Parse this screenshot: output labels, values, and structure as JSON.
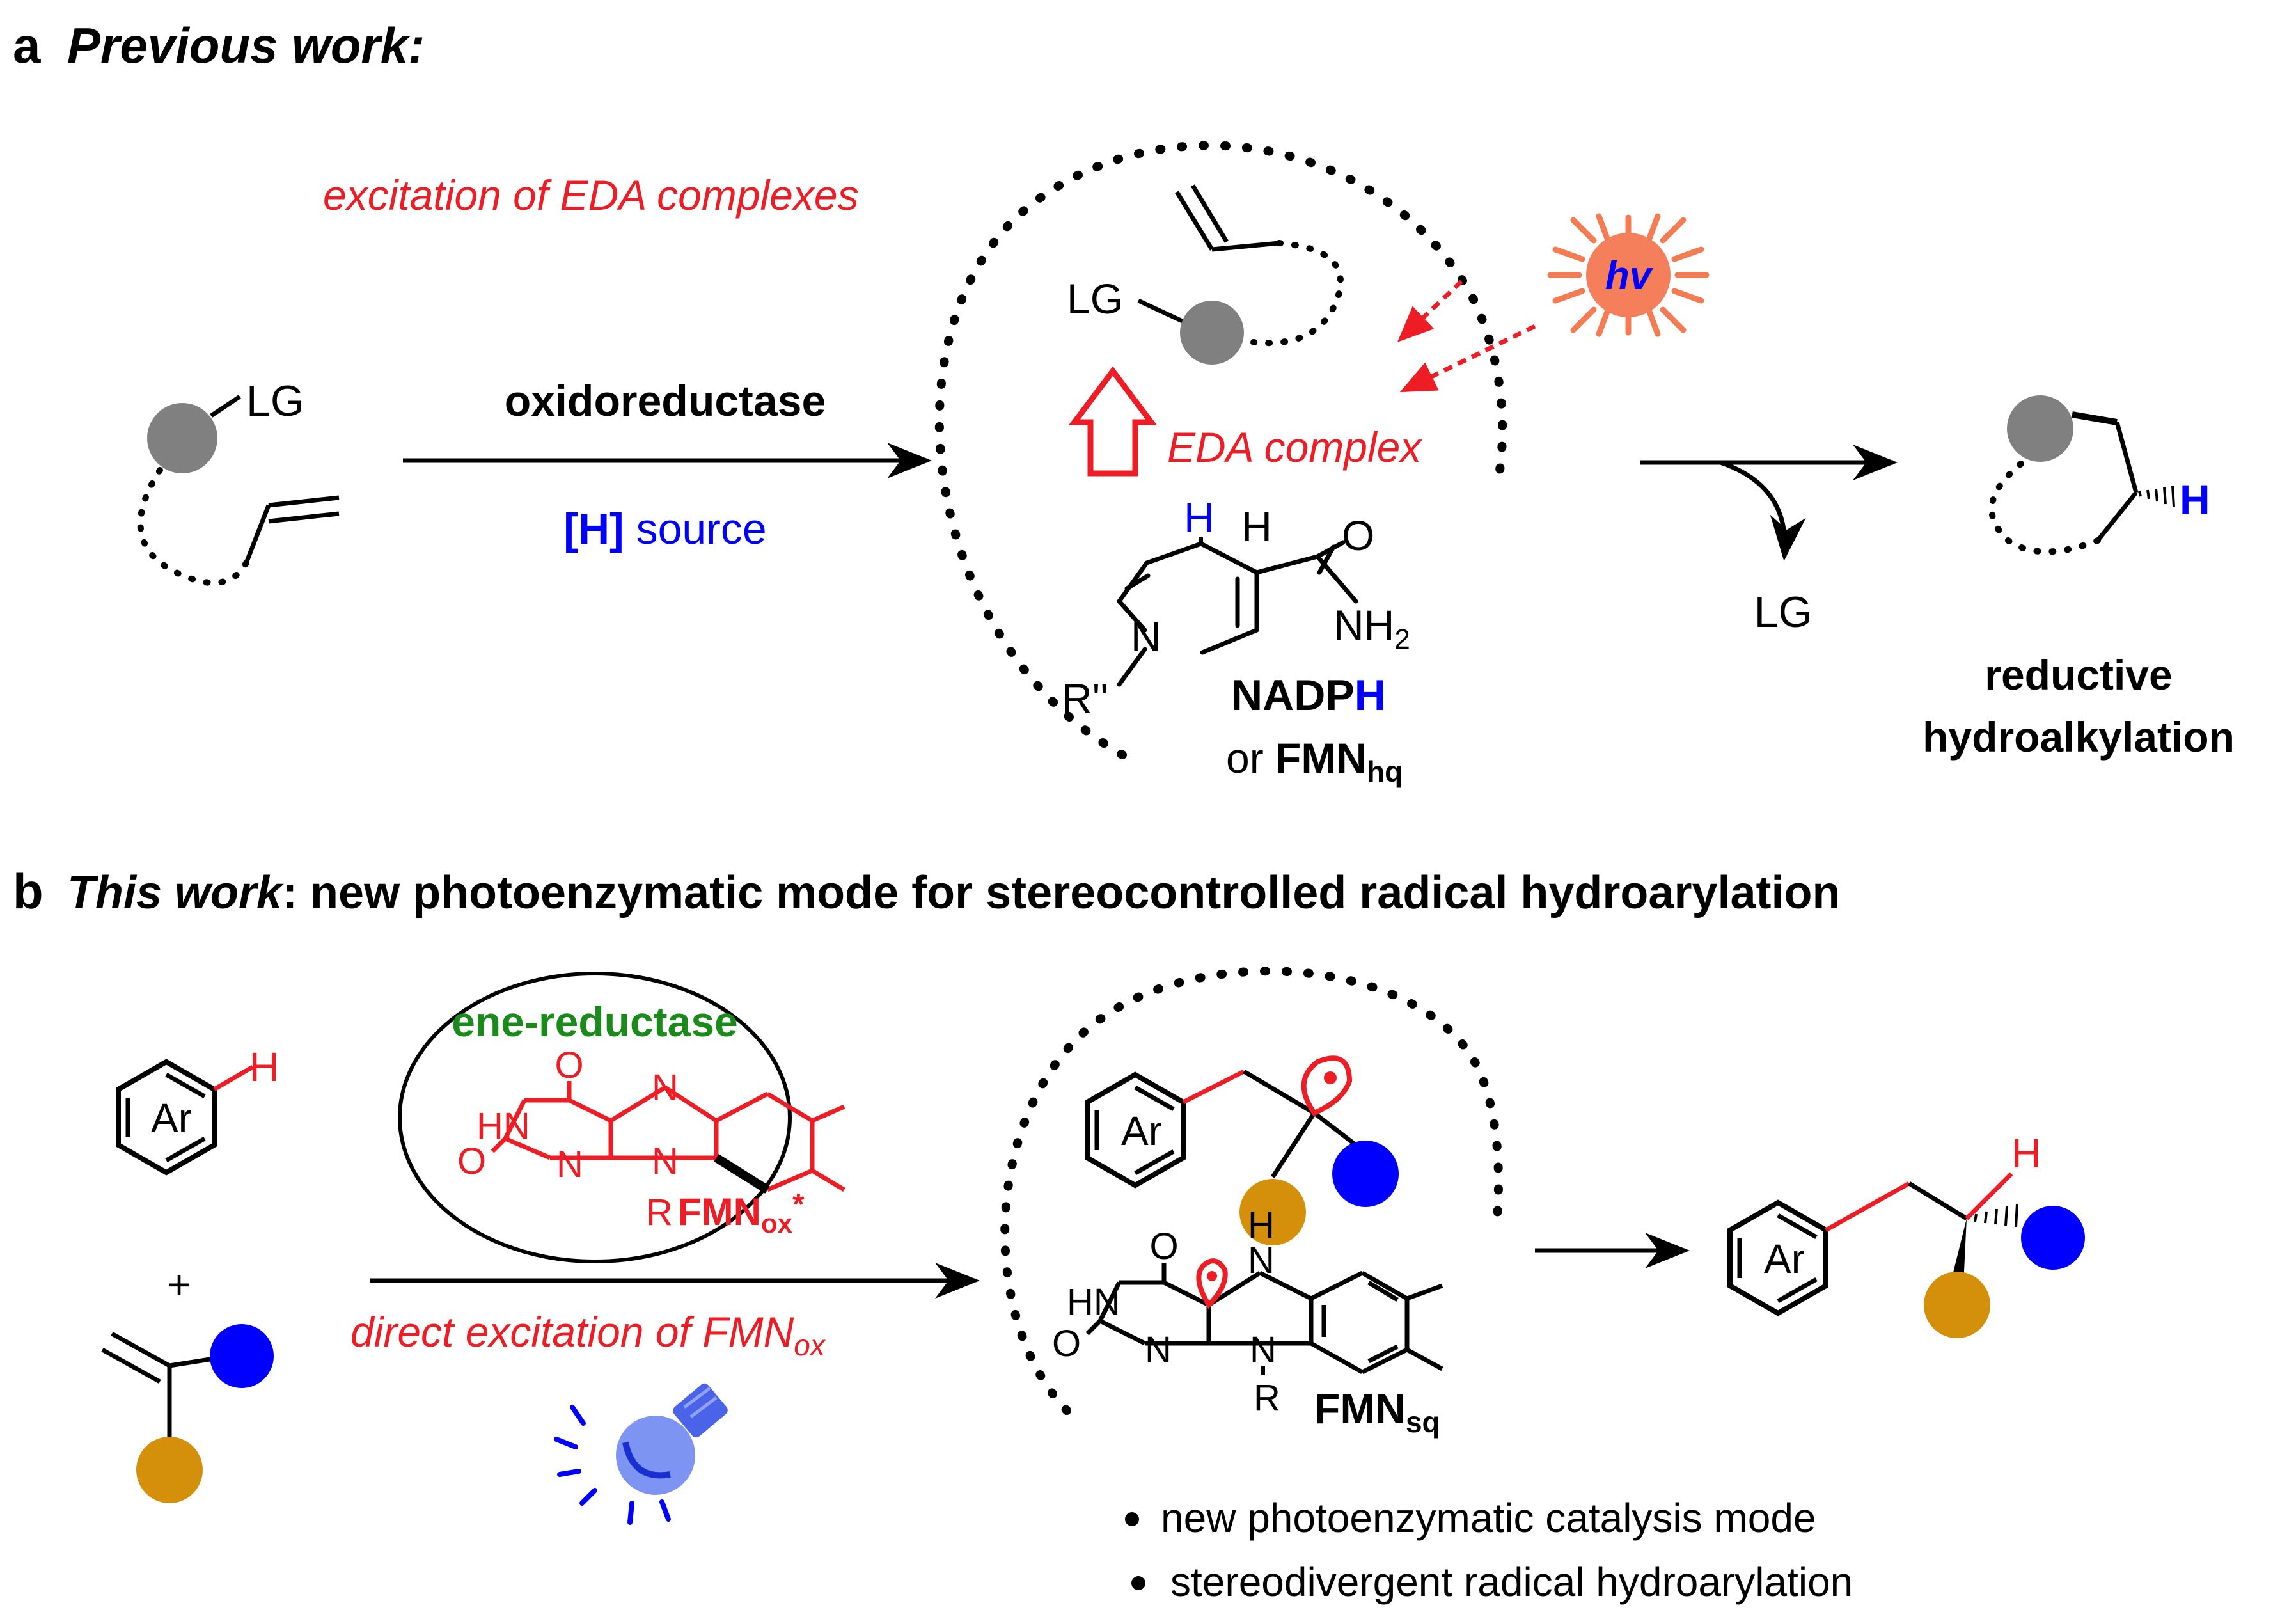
{
  "panel_a": {
    "letter": "a",
    "title": "Previous work:",
    "substrate_lg": "LG",
    "reagent": "oxidoreductase",
    "hsource_bracket": "[H]",
    "hsource_word": " source",
    "eda_excitation": "excitation of EDA complexes",
    "complex_lg": "LG",
    "hv": "hv",
    "eda_complex": "EDA complex",
    "nadph_h_top": "H",
    "nadph_h_side": "H",
    "nadph_o": "O",
    "nadph_n": "N",
    "nadph_nh2": "NH",
    "nadph_nh2_sub": "2",
    "nadph_r": "R''",
    "nadph_name": "NADP",
    "nadph_name_h": "H",
    "fmn_or": "or ",
    "fmn_name": "FMN",
    "fmn_sub": "hq",
    "lg_released": "LG",
    "product_h": "H",
    "product_label_1": "reductive",
    "product_label_2": "hydroalkylation"
  },
  "panel_b": {
    "letter": "b",
    "title_italic": "This work",
    "title_rest": ": new photoenzymatic mode for stereocontrolled radical hydroarylation",
    "arene_h": "H",
    "arene_ar": "Ar",
    "plus": "+",
    "enzyme": "ene-reductase",
    "fmnox_o": "O",
    "fmnox_hn": "HN",
    "fmnox_o2": "O",
    "fmnox_n1": "N",
    "fmnox_n2": "N",
    "fmnox_n3": "N",
    "fmnox_r": "R",
    "fmnox_name": "FMN",
    "fmnox_sub": "ox",
    "fmnox_star": "*",
    "direct_exc": "direct excitation of FMN",
    "direct_exc_sub": "ox",
    "int_ar": "Ar",
    "fmnsq_o": "O",
    "fmnsq_h": "H",
    "fmnsq_n_top": "N",
    "fmnsq_hn": "HN",
    "fmnsq_o2": "O",
    "fmnsq_n_mid": "N",
    "fmnsq_n_bot": "N",
    "fmnsq_r": "R",
    "fmnsq_name": "FMN",
    "fmnsq_sub": "sq",
    "product_ar": "Ar",
    "product_h": "H",
    "bullet_1": "new photoenzymatic catalysis mode",
    "bullet_2": "stereodivergent radical hydroarylation"
  },
  "colors": {
    "black": "#000000",
    "red": "#ee1c24",
    "blue": "#0000ff",
    "green": "#1a8a1a",
    "grey": "#808080",
    "gold": "#d4900a",
    "sun": "#f57f5b",
    "sun_rays": "#f47b52",
    "bulb": "#6f88f2"
  }
}
